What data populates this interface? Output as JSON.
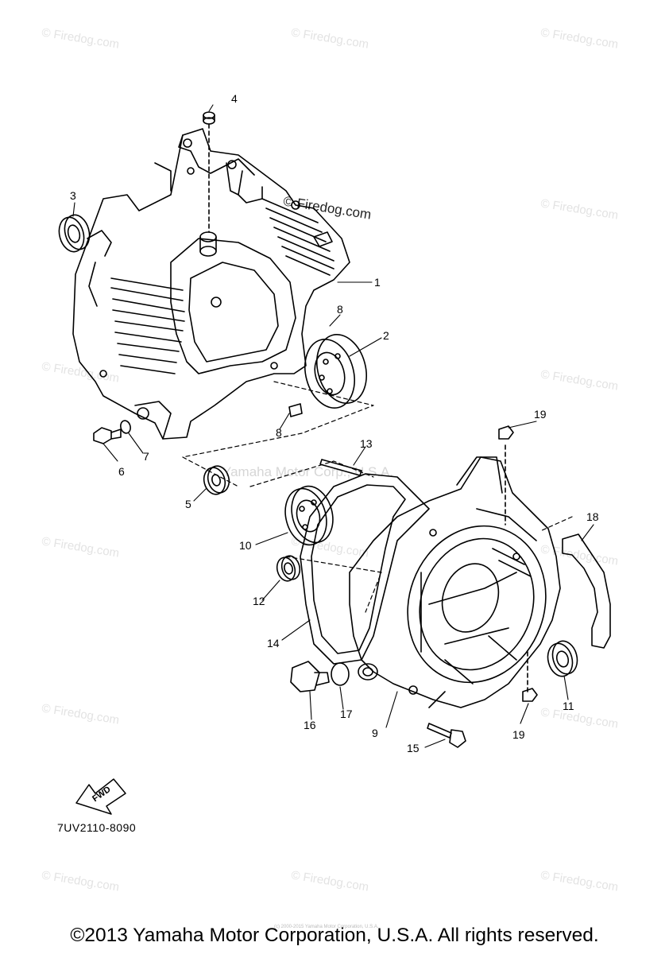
{
  "watermark": "© Firedog.com",
  "watermark_center": "Yamaha Motor Corp., U.S.A.",
  "watermark_mid": "© Firedog.com",
  "callouts": [
    "1",
    "2",
    "3",
    "4",
    "5",
    "6",
    "7",
    "8",
    "8",
    "9",
    "10",
    "11",
    "12",
    "13",
    "14",
    "15",
    "16",
    "17",
    "18",
    "19",
    "19"
  ],
  "fwd_label": "FWD",
  "part_code": "7UV2110-8090",
  "tiny_notice": "(c) 2000-2015 Yamaha Motor Corporation, U.S.A.",
  "copyright": "©2013 Yamaha Motor Corporation, U.S.A. All rights reserved."
}
